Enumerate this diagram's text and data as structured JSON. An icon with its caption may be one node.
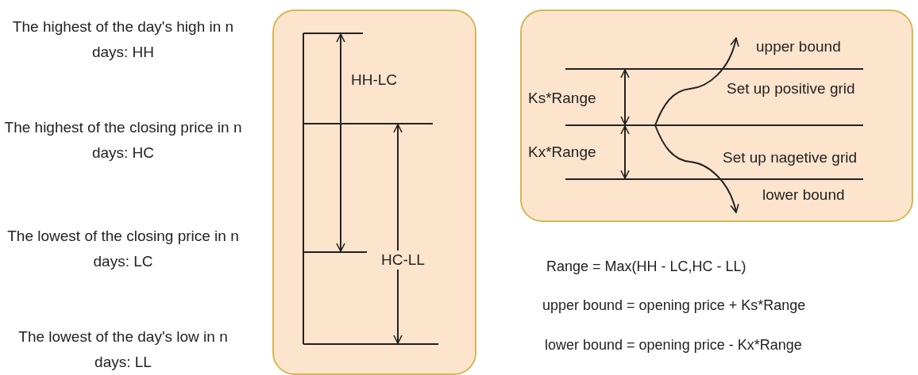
{
  "diagram": {
    "nodes": [
      {
        "text": [
          "HH-LC",
          "HC-LL"
        ]
      },
      {
        "text": [
          "upper bound",
          "Set up positive grid",
          "Ks*Range",
          "Kx*Range",
          "Set up nagetive grid",
          "lower bound"
        ]
      }
    ],
    "labels": [
      "The highest of the day's high in n days: HH",
      "The highest of the closing price in n days: HC",
      "The lowest of the closing price in n days: LC",
      "The lowest of the day's low in n days: LL",
      "Range = Max(HH - LC,HC - LL)",
      "upper bound = opening price + Ks*Range",
      "lower bound = opening price - Kx*Range"
    ]
  }
}
